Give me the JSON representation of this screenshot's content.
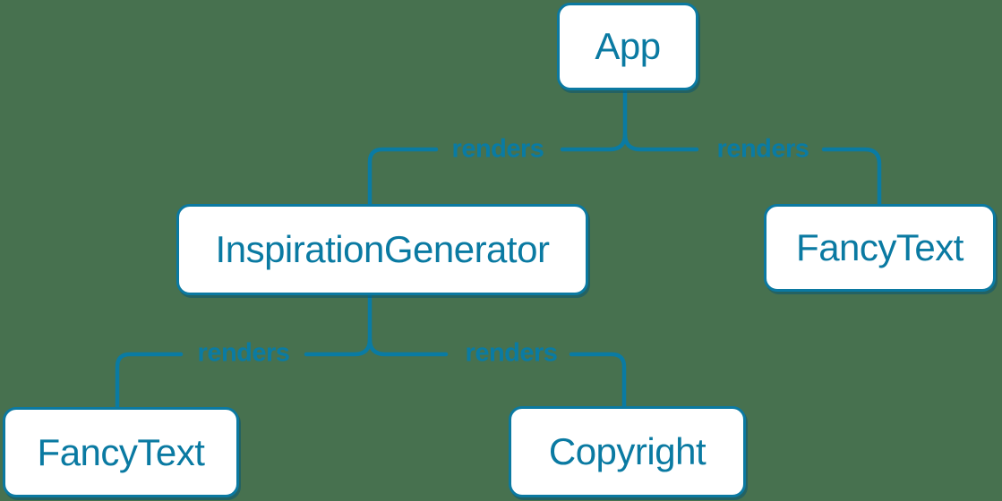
{
  "colors": {
    "background": "#47714F",
    "accent_blue": "#0a7ba3",
    "node_background": "#ffffff"
  },
  "diagram": {
    "type": "render-tree",
    "nodes": [
      {
        "id": "app",
        "label": "App"
      },
      {
        "id": "inspiration-generator",
        "label": "InspirationGenerator"
      },
      {
        "id": "fancy-text-top",
        "label": "FancyText"
      },
      {
        "id": "fancy-text-bottom",
        "label": "FancyText"
      },
      {
        "id": "copyright",
        "label": "Copyright"
      }
    ],
    "edges": [
      {
        "from": "app",
        "to": "inspiration-generator",
        "label": "renders"
      },
      {
        "from": "app",
        "to": "fancy-text-top",
        "label": "renders"
      },
      {
        "from": "inspiration-generator",
        "to": "fancy-text-bottom",
        "label": "renders"
      },
      {
        "from": "inspiration-generator",
        "to": "copyright",
        "label": "renders"
      }
    ]
  }
}
